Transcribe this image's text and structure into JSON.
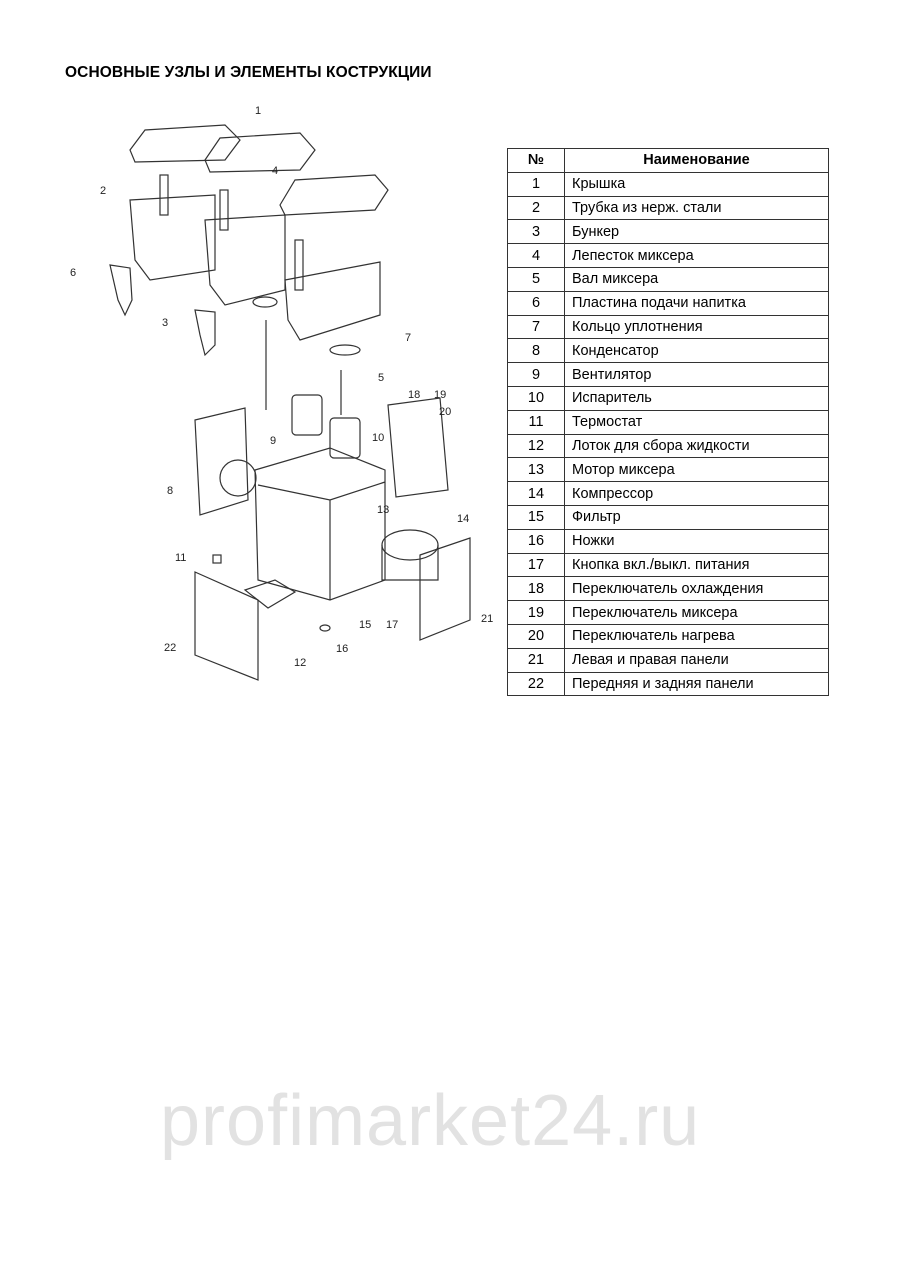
{
  "title": "ОСНОВНЫЕ УЗЛЫ И ЭЛЕМЕНТЫ КОСТРУКЦИИ",
  "table": {
    "headers": [
      "№",
      "Наименование"
    ],
    "rows": [
      [
        "1",
        "Крышка"
      ],
      [
        "2",
        "Трубка из нерж. стали"
      ],
      [
        "3",
        "Бункер"
      ],
      [
        "4",
        "Лепесток миксера"
      ],
      [
        "5",
        "Вал миксера"
      ],
      [
        "6",
        "Пластина подачи напитка"
      ],
      [
        "7",
        "Кольцо уплотнения"
      ],
      [
        "8",
        "Конденсатор"
      ],
      [
        "9",
        "Вентилятор"
      ],
      [
        "10",
        "Испаритель"
      ],
      [
        "11",
        "Термостат"
      ],
      [
        "12",
        "Лоток для сбора жидкости"
      ],
      [
        "13",
        "Мотор миксера"
      ],
      [
        "14",
        "Компрессор"
      ],
      [
        "15",
        "Фильтр"
      ],
      [
        "16",
        "Ножки"
      ],
      [
        "17",
        "Кнопка вкл./выкл. питания"
      ],
      [
        "18",
        "Переключатель охлаждения"
      ],
      [
        "19",
        "Переключатель миксера"
      ],
      [
        "20",
        "Переключатель нагрева"
      ],
      [
        "21",
        "Левая и правая панели"
      ],
      [
        "22",
        "Передняя и задняя панели"
      ]
    ]
  },
  "diagram": {
    "callouts": [
      "1",
      "2",
      "3",
      "4",
      "5",
      "6",
      "7",
      "8",
      "9",
      "10",
      "11",
      "12",
      "13",
      "14",
      "15",
      "16",
      "17",
      "18",
      "19",
      "20",
      "21",
      "22"
    ]
  },
  "watermark": "profimarket24.ru"
}
